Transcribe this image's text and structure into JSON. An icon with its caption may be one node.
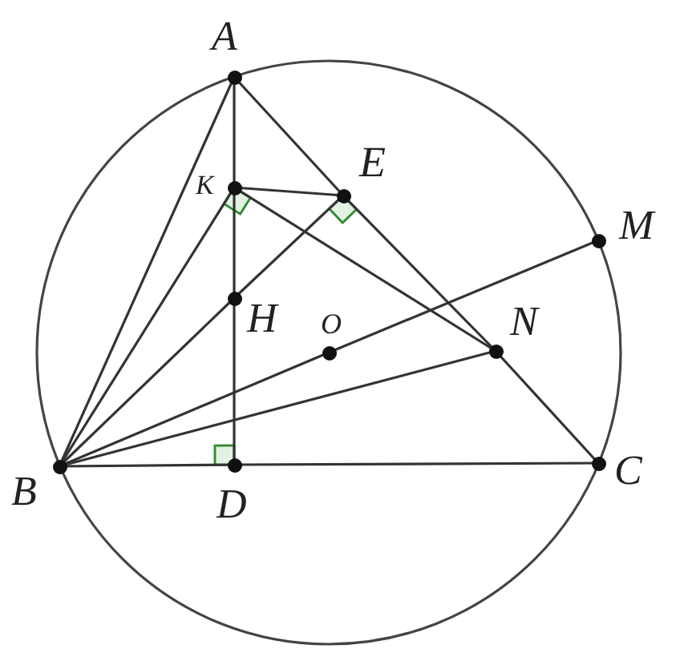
{
  "diagram": {
    "nodes": [
      {
        "text": [
          "A"
        ]
      },
      {
        "text": [
          "K"
        ]
      },
      {
        "text": [
          "E"
        ]
      },
      {
        "text": [
          "M"
        ]
      },
      {
        "text": [
          "H"
        ]
      },
      {
        "text": [
          "O"
        ]
      },
      {
        "text": [
          "N"
        ]
      },
      {
        "text": [
          "B"
        ]
      },
      {
        "text": [
          "D"
        ]
      },
      {
        "text": [
          "C"
        ]
      }
    ],
    "edges": [
      {
        "from": 0,
        "to": 7,
        "arrow": "none"
      },
      {
        "from": 0,
        "to": 1,
        "arrow": "none"
      },
      {
        "from": 1,
        "to": 4,
        "arrow": "none"
      },
      {
        "from": 4,
        "to": 8,
        "arrow": "none"
      },
      {
        "from": 0,
        "to": 2,
        "arrow": "none"
      },
      {
        "from": 2,
        "to": 6,
        "arrow": "none"
      },
      {
        "from": 6,
        "to": 9,
        "arrow": "none"
      },
      {
        "from": 7,
        "to": 8,
        "arrow": "none"
      },
      {
        "from": 8,
        "to": 9,
        "arrow": "none"
      },
      {
        "from": 7,
        "to": 1,
        "arrow": "none"
      },
      {
        "from": 7,
        "to": 4,
        "arrow": "none"
      },
      {
        "from": 4,
        "to": 2,
        "arrow": "none"
      },
      {
        "from": 1,
        "to": 2,
        "arrow": "none"
      },
      {
        "from": 1,
        "to": 6,
        "arrow": "none"
      },
      {
        "from": 7,
        "to": 5,
        "arrow": "none"
      },
      {
        "from": 5,
        "to": 3,
        "arrow": "none"
      },
      {
        "from": 7,
        "to": 6,
        "arrow": "none"
      }
    ]
  }
}
